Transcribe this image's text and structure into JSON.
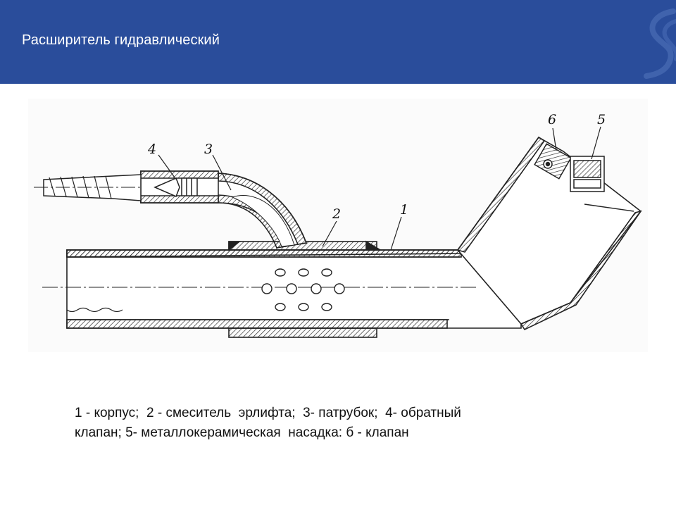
{
  "header": {
    "title": "Расширитель гидравлический"
  },
  "diagram": {
    "callouts": {
      "c1": "1",
      "c2": "2",
      "c3": "3",
      "c4": "4",
      "c5": "5",
      "c6": "6"
    }
  },
  "caption": {
    "line1": "1 - корпус;  2 - смеситель  эрлифта;  3- патрубок;  4- обратный",
    "line2": "клапан; 5- металлокерамическая  насадка: б - клапан"
  },
  "colors": {
    "header_bg": "#2a4d9b",
    "header_text": "#ffffff",
    "drawing_ink": "#222222"
  }
}
